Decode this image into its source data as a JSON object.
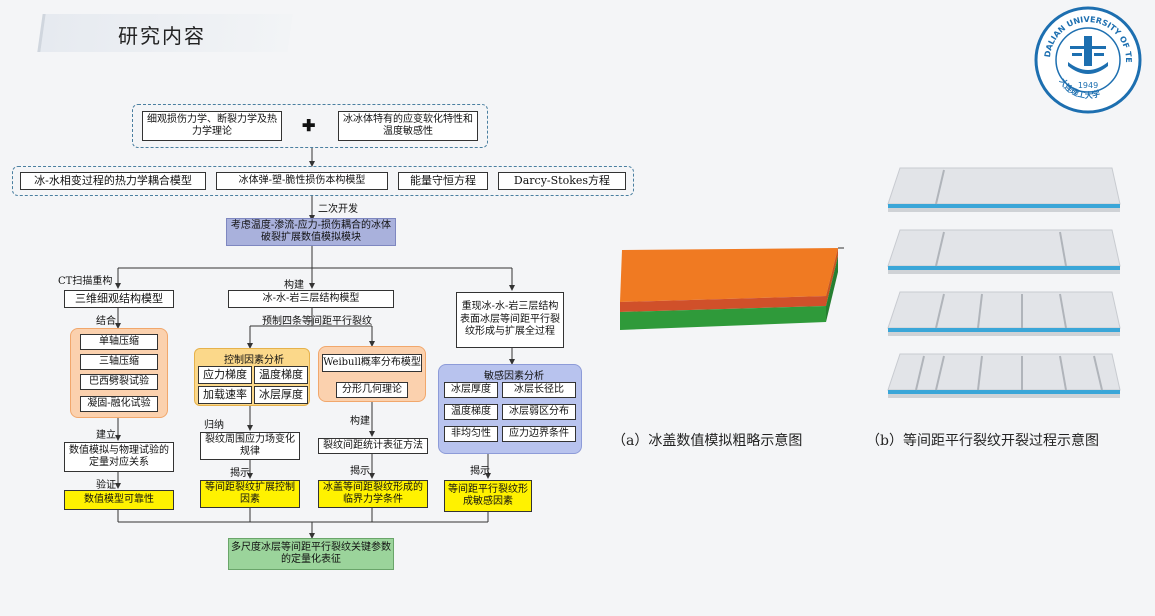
{
  "header": {
    "title": "研究内容"
  },
  "logo": {
    "text_top": "DALIAN UNIVERSITY OF TECHNOLOGY",
    "year": "1949",
    "text_bottom": "大连理工大学",
    "color": "#1d6fb0"
  },
  "flow": {
    "top_left": "细观损伤力学、断裂力学及热力学理论",
    "plus": "✚",
    "top_right": "冰冰体特有的应变软化特性和温度敏感性",
    "models": [
      "冰-水相变过程的热力学耦合模型",
      "冰体弹-塑-脆性损伤本构模型",
      "能量守恒方程",
      "Darcy-Stokes方程"
    ],
    "secondary_dev": "二次开发",
    "core_module": "考虑温度-渗流-应力-损伤耦合的冰体破裂扩展数值模拟模块",
    "branch1": {
      "ct_label": "CT扫描重构",
      "model": "三维细观结构模型",
      "combine": "结合",
      "tests": [
        "单轴压缩",
        "三轴压缩",
        "巴西劈裂试验",
        "凝固-融化试验"
      ],
      "establish": "建立",
      "relation": "数值模拟与物理试验的定量对应关系",
      "verify": "验证",
      "result": "数值模型可靠性"
    },
    "branch_mid": {
      "build": "构建",
      "model": "冰-水-岩三层结构模型",
      "precrack": "预制四条等间距平行裂纹"
    },
    "branch2": {
      "panel_title": "控制因素分析",
      "factors": [
        "应力梯度",
        "温度梯度",
        "加载速率",
        "冰层厚度"
      ],
      "induce": "归纳",
      "law": "裂纹周围应力场变化规律",
      "reveal": "揭示",
      "result": "等间距裂纹扩展控制因素"
    },
    "branch3": {
      "weibull": "Weibull概率分布模型",
      "fractal": "分形几何理论",
      "build": "构建",
      "method": "裂纹间距统计表征方法",
      "reveal": "揭示",
      "result": "冰盖等间距裂纹形成的临界力学条件"
    },
    "branch4": {
      "reproduce": "重现冰-水-岩三层结构表面冰层等间距平行裂纹形成与扩展全过程",
      "panel_title": "敏感因素分析",
      "factors": [
        "冰层厚度",
        "冰层长径比",
        "温度梯度",
        "冰层弱区分布",
        "非均匀性",
        "应力边界条件"
      ],
      "reveal": "揭示",
      "result": "等间距平行裂纹形成敏感因素"
    },
    "final": "多尺度冰层等间距平行裂纹关键参数的定量化表征"
  },
  "figures": {
    "caption_a": "（a）冰盖数值模拟粗略示意图",
    "caption_b": "（b）等间距平行裂纹开裂过程示意图"
  }
}
